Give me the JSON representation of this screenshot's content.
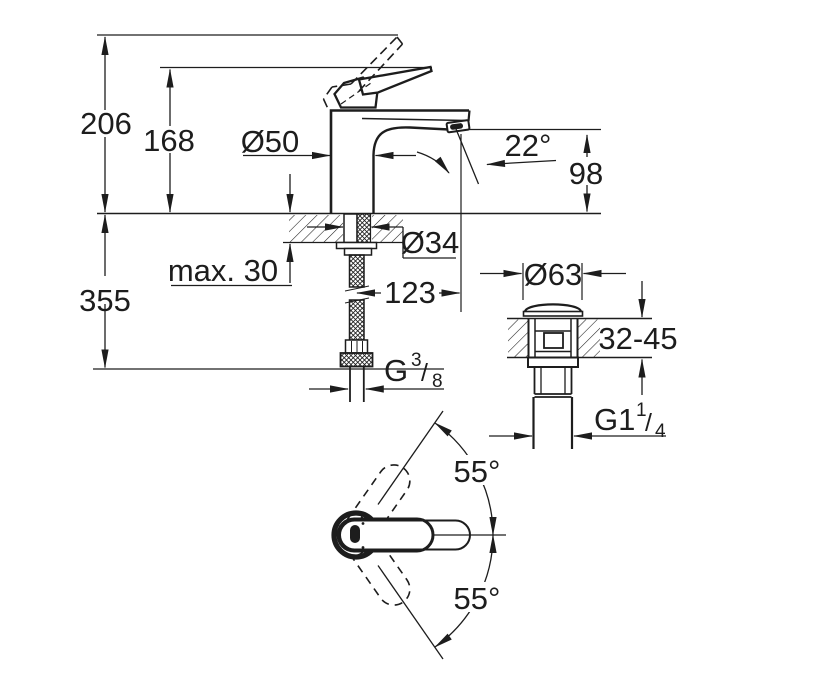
{
  "colors": {
    "background": "#ffffff",
    "line": "#1d1d1d"
  },
  "side_view": {
    "overall_height": "206",
    "lever_top_height": "168",
    "body_diameter": "Ø50",
    "spout_angle": "22°",
    "outlet_height": "98",
    "hole_diameter": "Ø34",
    "max_counter_thickness": "max. 30",
    "below_counter_length": "355",
    "spout_reach": "123",
    "supply_thread": {
      "prefix": "G",
      "numerator": "3",
      "slash": "/",
      "denominator": "8"
    }
  },
  "drain_view": {
    "cap_diameter": "Ø63",
    "counter_thickness_range": "32-45",
    "waste_thread": {
      "prefix": "G1",
      "numerator": "1",
      "slash": "/",
      "denominator": "4"
    }
  },
  "top_view": {
    "swing_angle_up": "55°",
    "swing_angle_down": "55°"
  }
}
